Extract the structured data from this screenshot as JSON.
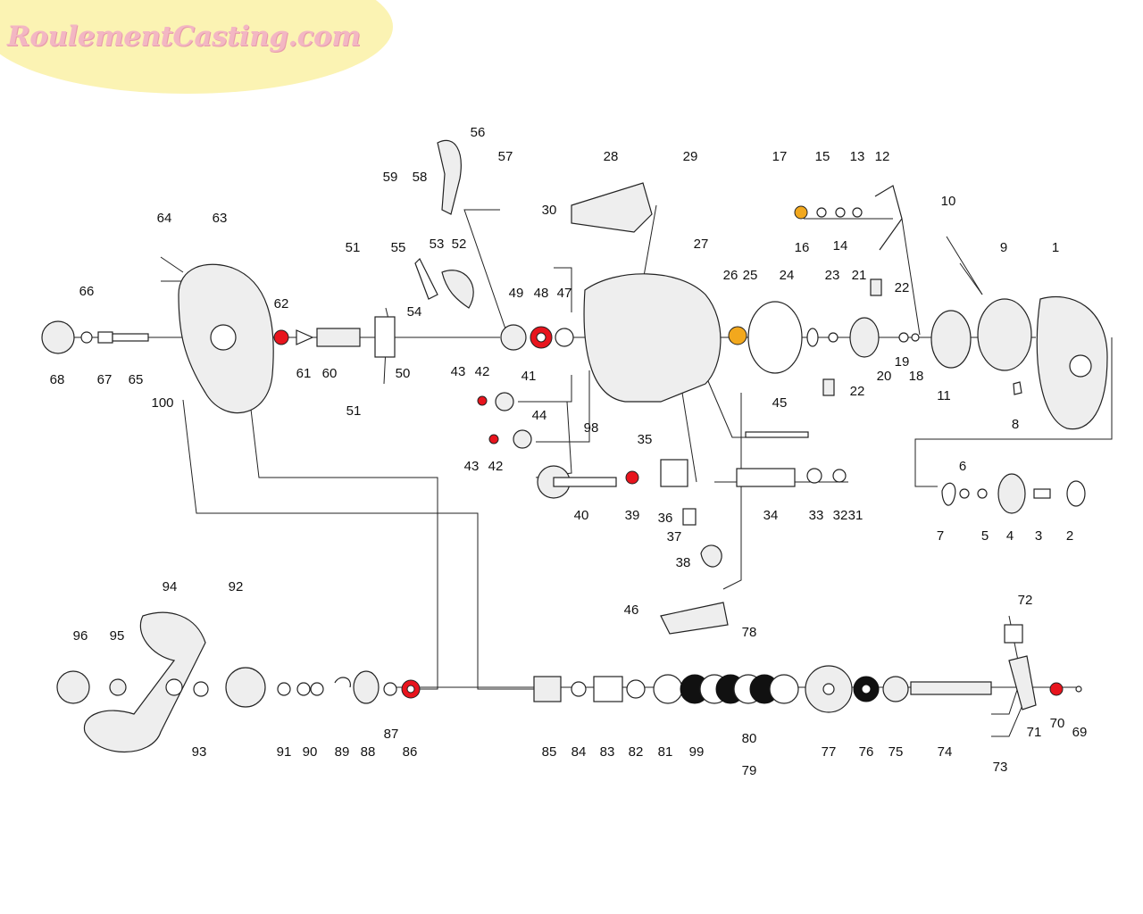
{
  "brand": {
    "logo_text": "RoulementCasting.com",
    "colors": {
      "logo_background": "#fbf3b3",
      "logo_text": "#f3b7c3",
      "bearing_red": "#e8141d",
      "bearing_orange": "#f2a81d"
    }
  },
  "diagram": {
    "type": "exploded parts diagram",
    "part_labels": [
      "1",
      "2",
      "3",
      "4",
      "5",
      "6",
      "7",
      "8",
      "9",
      "10",
      "11",
      "12",
      "13",
      "14",
      "15",
      "16",
      "17",
      "18",
      "19",
      "20",
      "21",
      "22",
      "22",
      "23",
      "24",
      "25",
      "26",
      "27",
      "28",
      "29",
      "30",
      "31",
      "32",
      "33",
      "34",
      "35",
      "36",
      "37",
      "38",
      "39",
      "40",
      "41",
      "42",
      "42",
      "43",
      "43",
      "44",
      "45",
      "46",
      "47",
      "48",
      "49",
      "50",
      "51",
      "51",
      "52",
      "53",
      "54",
      "55",
      "56",
      "57",
      "58",
      "59",
      "60",
      "61",
      "62",
      "63",
      "64",
      "65",
      "66",
      "67",
      "68",
      "69",
      "70",
      "71",
      "72",
      "73",
      "74",
      "75",
      "76",
      "77",
      "78",
      "79",
      "80",
      "81",
      "82",
      "83",
      "84",
      "85",
      "86",
      "87",
      "88",
      "89",
      "90",
      "91",
      "92",
      "93",
      "94",
      "95",
      "96",
      "98",
      "99",
      "100"
    ],
    "highlighted_bearings_red": [
      "62",
      "48",
      "42",
      "42",
      "39",
      "86",
      "70"
    ],
    "highlighted_bearings_orange": [
      "26",
      "16"
    ]
  }
}
